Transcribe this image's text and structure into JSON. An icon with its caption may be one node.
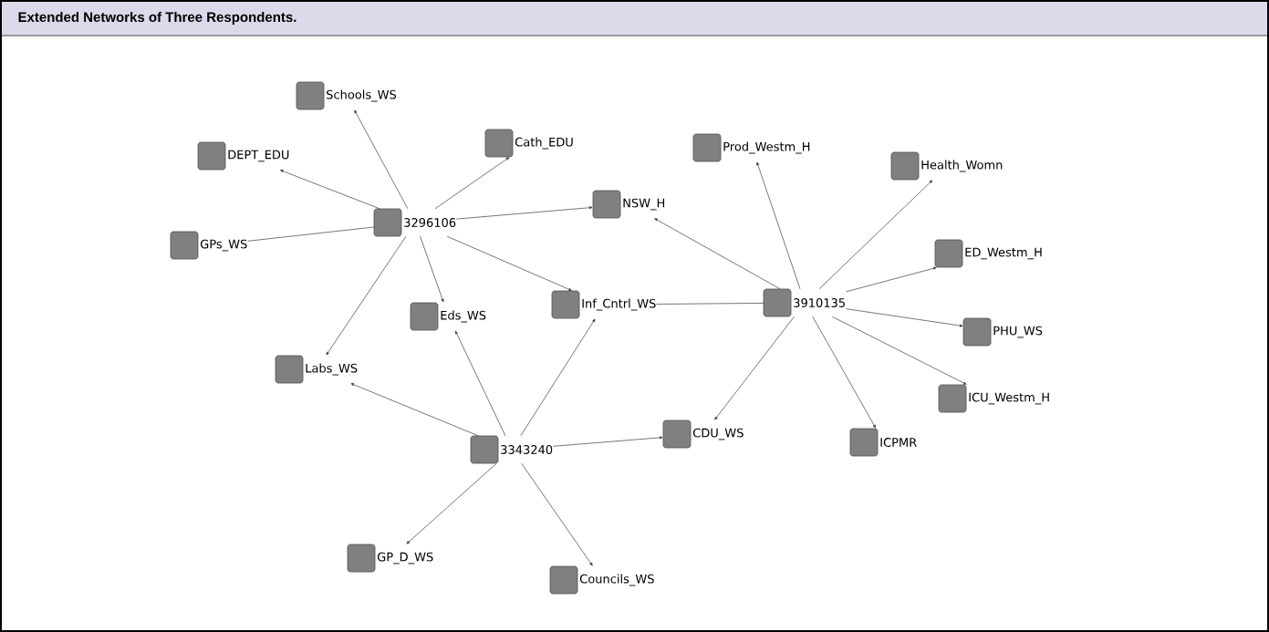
{
  "diagram": {
    "title": "Extended Networks of Three Respondents.",
    "nodes": [
      {
        "text": [
          "Schools_WS"
        ]
      },
      {
        "text": [
          "DEPT_EDU"
        ]
      },
      {
        "text": [
          "Cath_EDU"
        ]
      },
      {
        "text": [
          "Prod_Westm_H"
        ]
      },
      {
        "text": [
          "Health_Womn"
        ]
      },
      {
        "text": [
          "3296106"
        ]
      },
      {
        "text": [
          "NSW_H"
        ]
      },
      {
        "text": [
          "GPs_WS"
        ]
      },
      {
        "text": [
          "ED_Westm_H"
        ]
      },
      {
        "text": [
          "Inf_Cntrl_WS"
        ]
      },
      {
        "text": [
          "3910135"
        ]
      },
      {
        "text": [
          "Eds_WS"
        ]
      },
      {
        "text": [
          "PHU_WS"
        ]
      },
      {
        "text": [
          "Labs_WS"
        ]
      },
      {
        "text": [
          "ICU_Westm_H"
        ]
      },
      {
        "text": [
          "CDU_WS"
        ]
      },
      {
        "text": [
          "3343240"
        ]
      },
      {
        "text": [
          "ICPMR"
        ]
      },
      {
        "text": [
          "GP_D_WS"
        ]
      },
      {
        "text": [
          "Councils_WS"
        ]
      }
    ],
    "edges": [
      {
        "from": 5,
        "to": 0,
        "arrow": "to"
      },
      {
        "from": 5,
        "to": 1,
        "arrow": "to"
      },
      {
        "from": 5,
        "to": 2,
        "arrow": "to"
      },
      {
        "from": 5,
        "to": 6,
        "arrow": "to"
      },
      {
        "from": 5,
        "to": 7,
        "arrow": "none"
      },
      {
        "from": 5,
        "to": 9,
        "arrow": "to"
      },
      {
        "from": 5,
        "to": 11,
        "arrow": "to"
      },
      {
        "from": 5,
        "to": 13,
        "arrow": "to"
      },
      {
        "from": 10,
        "to": 6,
        "arrow": "to"
      },
      {
        "from": 10,
        "to": 3,
        "arrow": "to"
      },
      {
        "from": 10,
        "to": 4,
        "arrow": "to"
      },
      {
        "from": 10,
        "to": 8,
        "arrow": "to"
      },
      {
        "from": 10,
        "to": 12,
        "arrow": "to"
      },
      {
        "from": 10,
        "to": 14,
        "arrow": "to"
      },
      {
        "from": 10,
        "to": 17,
        "arrow": "to"
      },
      {
        "from": 10,
        "to": 15,
        "arrow": "to"
      },
      {
        "from": 10,
        "to": 9,
        "arrow": "none"
      },
      {
        "from": 16,
        "to": 13,
        "arrow": "to"
      },
      {
        "from": 16,
        "to": 11,
        "arrow": "to"
      },
      {
        "from": 16,
        "to": 9,
        "arrow": "to"
      },
      {
        "from": 16,
        "to": 15,
        "arrow": "to"
      },
      {
        "from": 16,
        "to": 18,
        "arrow": "to"
      },
      {
        "from": 16,
        "to": 19,
        "arrow": "to"
      }
    ]
  }
}
